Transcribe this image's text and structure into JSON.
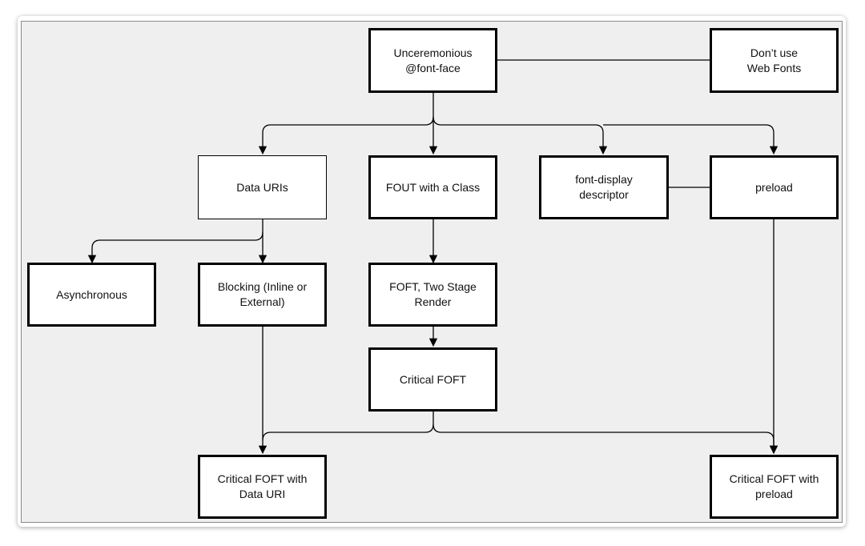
{
  "nodes": {
    "unceremonious": "Unceremonious\n@font-face",
    "dont_use": "Don’t use\nWeb Fonts",
    "data_uris": "Data URIs",
    "fout_class": "FOUT with a Class",
    "font_display": "font-display\ndescriptor",
    "preload": "preload",
    "asynchronous": "Asynchronous",
    "blocking": "Blocking (Inline or\nExternal)",
    "foft_two_stage": "FOFT, Two Stage\nRender",
    "critical_foft": "Critical FOFT",
    "critical_foft_data_uri": "Critical FOFT with\nData URI",
    "critical_foft_preload": "Critical FOFT with\npreload"
  },
  "colors": {
    "line": "#000000",
    "canvas": "#efefef",
    "box": "#ffffff"
  }
}
